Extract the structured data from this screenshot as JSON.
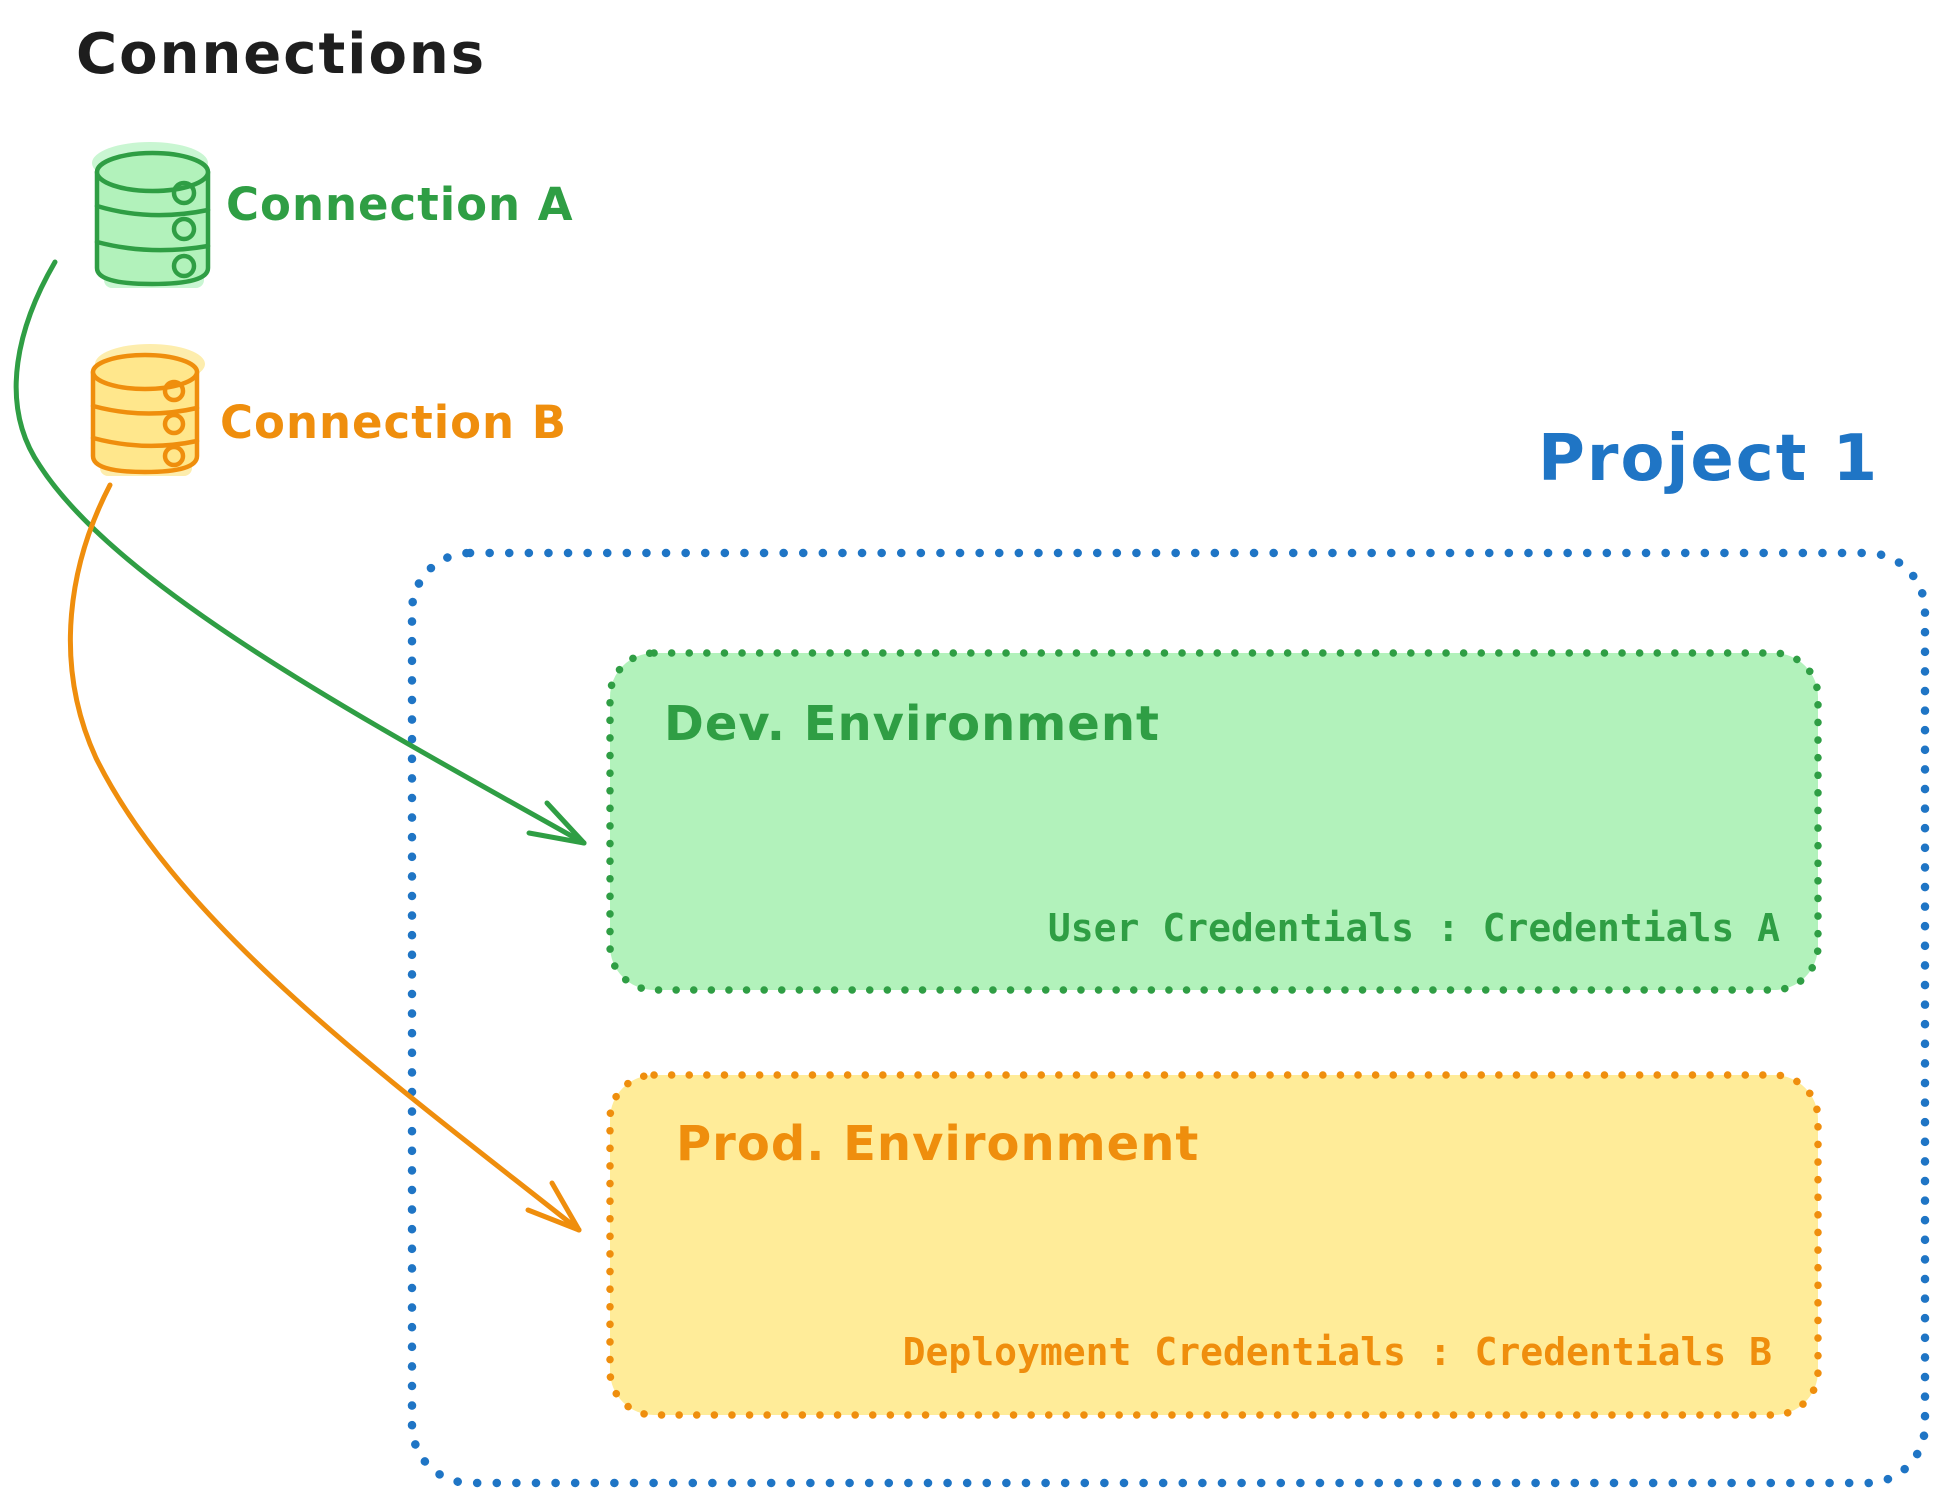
{
  "title": "Connections",
  "connections": [
    {
      "id": "a",
      "label": "Connection A",
      "icon": "database-icon",
      "stroke_color": "#2f9e44",
      "fill_color": "#b2f2bb"
    },
    {
      "id": "b",
      "label": "Connection B",
      "icon": "database-icon",
      "stroke_color": "#ef8e0d",
      "fill_color": "#ffe78c"
    }
  ],
  "project": {
    "label": "Project 1",
    "border_color": "#1f75c5",
    "environments": [
      {
        "name": "Dev. Environment",
        "credentials_text": "User Credentials : Credentials A",
        "stroke_color": "#2f9e44",
        "fill_color": "#b2f2bb",
        "connected_from": "Connection A"
      },
      {
        "name": "Prod. Environment",
        "credentials_text": "Deployment Credentials : Credentials B",
        "stroke_color": "#ef8e0d",
        "fill_color": "#ffec99",
        "connected_from": "Connection B"
      }
    ]
  }
}
